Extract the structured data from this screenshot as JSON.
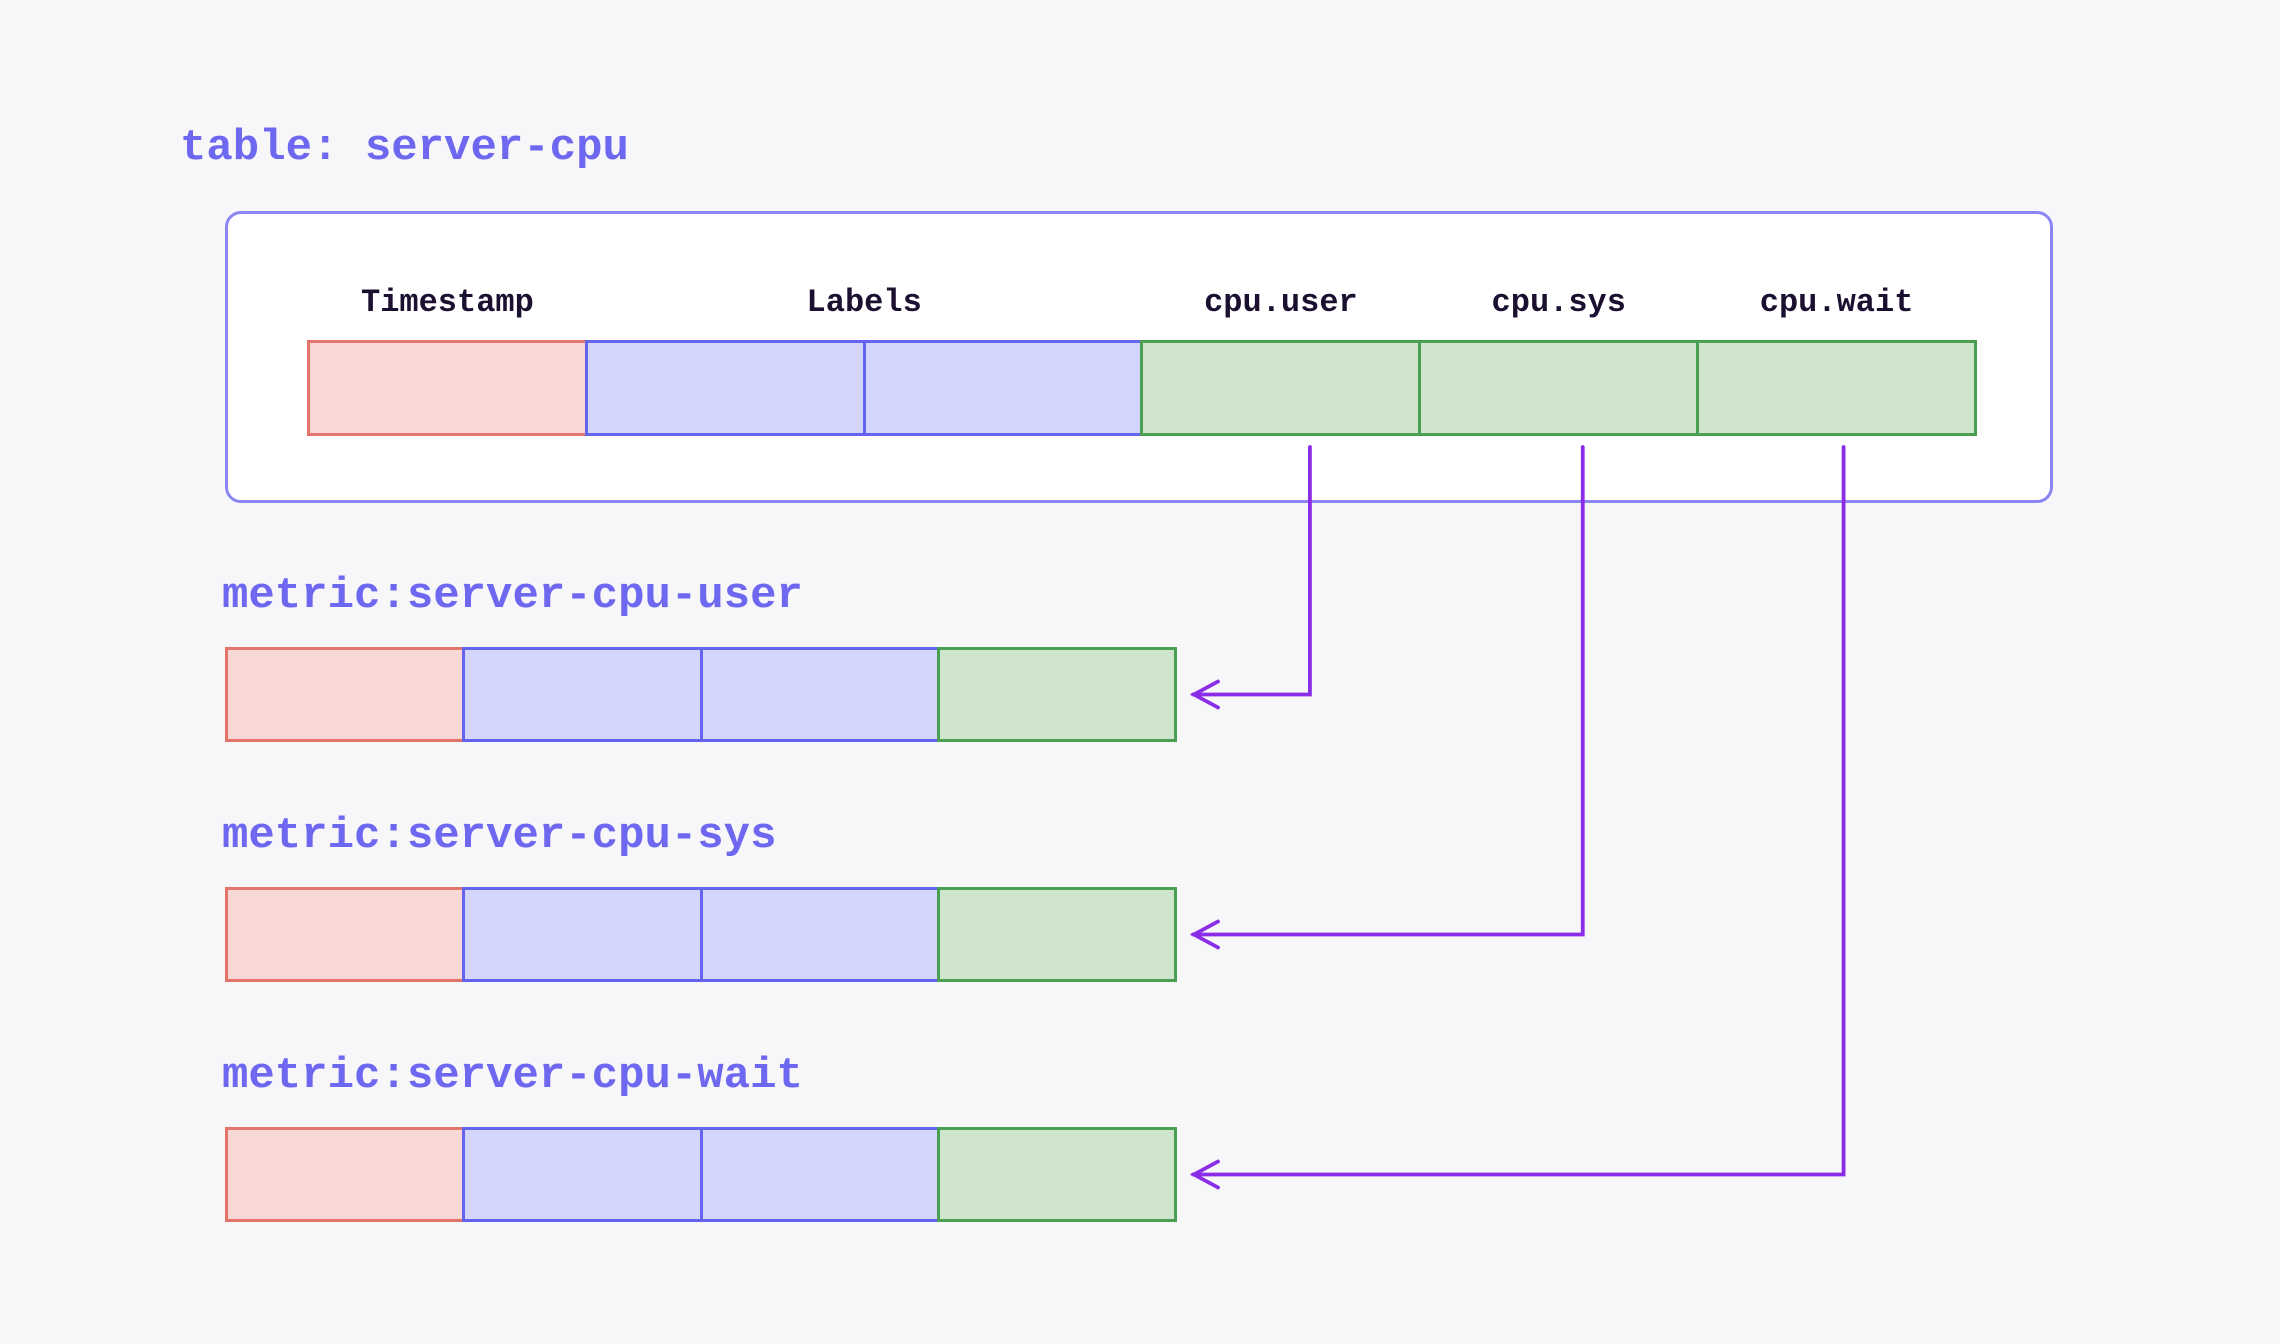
{
  "table": {
    "title": "table: server-cpu",
    "columns": [
      {
        "label": "Timestamp",
        "kind": "timestamp",
        "cells": 1
      },
      {
        "label": "Labels",
        "kind": "labels",
        "cells": 2
      },
      {
        "label": "cpu.user",
        "kind": "field",
        "cells": 1
      },
      {
        "label": "cpu.sys",
        "kind": "field",
        "cells": 1
      },
      {
        "label": "cpu.wait",
        "kind": "field",
        "cells": 1
      }
    ]
  },
  "metrics": [
    {
      "title": "metric:server-cpu-user",
      "from_column": "cpu.user",
      "cells": [
        "timestamp",
        "labels",
        "labels",
        "field"
      ]
    },
    {
      "title": "metric:server-cpu-sys",
      "from_column": "cpu.sys",
      "cells": [
        "timestamp",
        "labels",
        "labels",
        "field"
      ]
    },
    {
      "title": "metric:server-cpu-wait",
      "from_column": "cpu.wait",
      "cells": [
        "timestamp",
        "labels",
        "labels",
        "field"
      ]
    }
  ],
  "colors": {
    "page_background": "#f7f6f9",
    "title_text": "#6e68f0",
    "header_text": "#1b1030",
    "box_fill": "#ffffff",
    "box_border": "#8a87f3",
    "timestamp_fill": "#f7d8d5",
    "timestamp_border": "#e3746b",
    "labels_fill": "#d3d5fa",
    "labels_border": "#6365ee",
    "field_fill": "#cfe5cc",
    "field_border": "#4aa052",
    "arrow": "#8b2ce6"
  }
}
